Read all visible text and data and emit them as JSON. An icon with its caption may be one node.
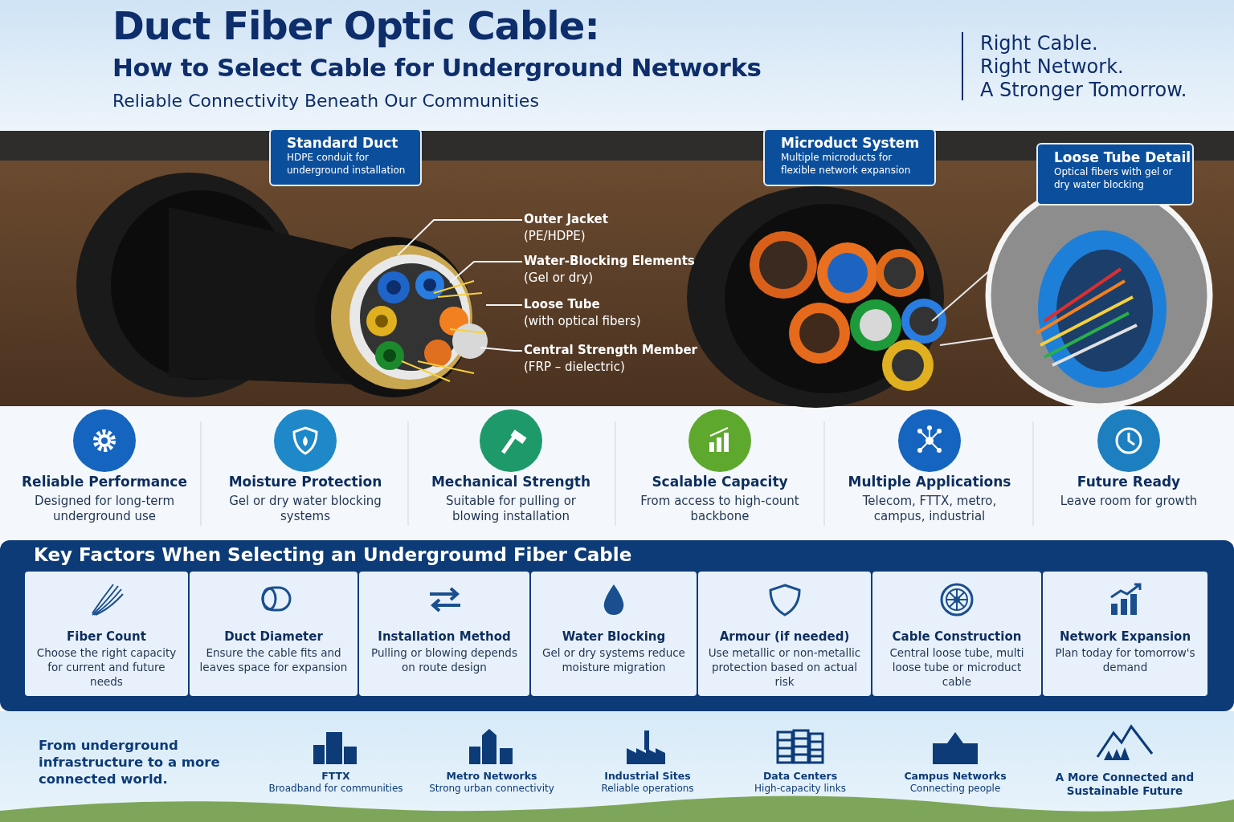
{
  "diagram": {
    "title": "Duct Fiber Optic Cable:",
    "nodes": [
      {
        "text": [
          "Standard Duct",
          "HDPE conduit for underground installation"
        ]
      },
      {
        "text": [
          "Microduct System",
          "Multiple microducts for flexible network expansion"
        ]
      },
      {
        "text": [
          "Loose Tube Detail",
          "Optical fibers with gel or dry water blocking"
        ]
      },
      {
        "text": [
          "Outer Jacket",
          "(PE/HDPE)"
        ]
      },
      {
        "text": [
          "Water-Blocking Elements",
          "(Gel or dry)"
        ]
      },
      {
        "text": [
          "Loose Tube",
          "(with optical fibers)"
        ]
      },
      {
        "text": [
          "Central Strength Member",
          "(FRP – dielectric)"
        ]
      },
      {
        "text": [
          "Key Factors When Selecting an Undergroumd Fiber Cable"
        ]
      },
      {
        "text": [
          "Fiber Count",
          "Choose the right capacity for current and future needs"
        ],
        "in": 7
      },
      {
        "text": [
          "Duct Diameter",
          "Ensure the cable fits and leaves space for expansion"
        ],
        "in": 7
      },
      {
        "text": [
          "Installation Method",
          "Pulling or blowing depends on route design"
        ],
        "in": 7
      },
      {
        "text": [
          "Water Blocking",
          "Gel or dry systems reduce moisture migration"
        ],
        "in": 7
      },
      {
        "text": [
          "Armour (if needed)",
          "Use metallic or non-metallic protection based on actual risk"
        ],
        "in": 7
      },
      {
        "text": [
          "Cable Construction",
          "Central loose tube, multi loose tube or microduct cable"
        ],
        "in": 7
      },
      {
        "text": [
          "Network Expansion",
          "Plan today for tomorrow's demand"
        ],
        "in": 7
      }
    ],
    "edges": [
      {
        "from": 3,
        "to": null,
        "arrow": "none"
      },
      {
        "from": 4,
        "to": null,
        "arrow": "none"
      },
      {
        "from": 5,
        "to": null,
        "arrow": "none"
      },
      {
        "from": 6,
        "to": null,
        "arrow": "none"
      }
    ],
    "labels": [
      "How to Select Cable for Underground Networks",
      "Reliable Connectivity Beneath Our Communities",
      "Right Cable.",
      "Right Network.",
      "A Stronger Tomorrow.",
      "Reliable Performance",
      "Designed for long-term underground use",
      "Moisture Protection",
      "Gel or dry water blocking systems",
      "Mechanical Strength",
      "Suitable for pulling or blowing installation",
      "Scalable Capacity",
      "From access to high-count backbone",
      "Multiple Applications",
      "Telecom, FTTX, metro, campus, industrial",
      "Future Ready",
      "Leave room for growth",
      "From underground infrastructure to a more connected world.",
      "FTTX",
      "Broadband for communities",
      "Metro Networks",
      "Strong urban connectivity",
      "Industrial Sites",
      "Reliable operations",
      "Data Centers",
      "High-capacity links",
      "Campus Networks",
      "Connecting people",
      "A More Connected and Sustainable Future"
    ]
  }
}
